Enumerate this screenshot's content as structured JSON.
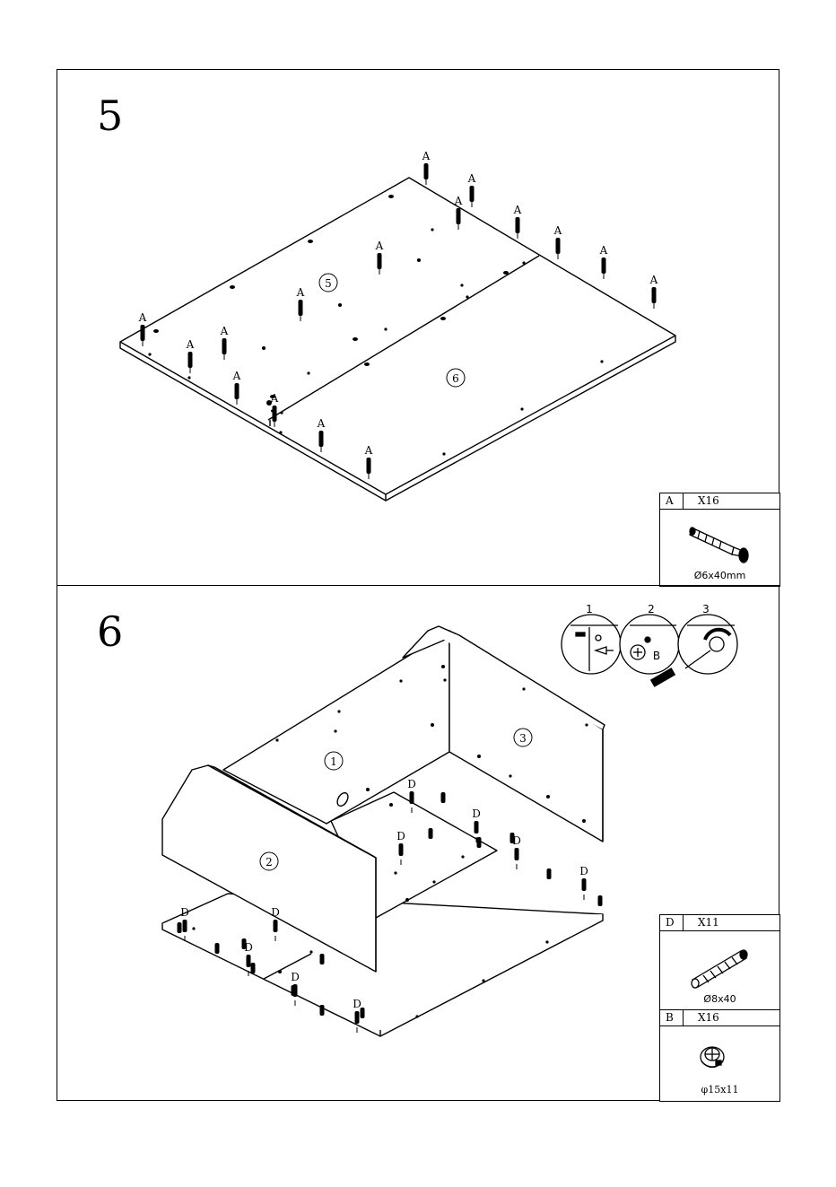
{
  "step5": {
    "number": "5",
    "panel_labels": [
      "5",
      "6"
    ],
    "cam_label": "A",
    "parts_box": {
      "letter": "A",
      "quantity": "X16",
      "size": "Ø6x40mm",
      "icon": "cam-bolt-icon"
    }
  },
  "step6": {
    "number": "6",
    "panel_labels": [
      "1",
      "2",
      "3"
    ],
    "dowel_label": "D",
    "procedure": {
      "steps": [
        "1",
        "2",
        "3"
      ],
      "cam_lock_label": "B"
    },
    "parts_box_d": {
      "letter": "D",
      "quantity": "X11",
      "size": "Ø8x40",
      "icon": "wood-dowel-icon"
    },
    "parts_box_b": {
      "letter": "B",
      "quantity": "X16",
      "size": "φ15x11",
      "icon": "cam-lock-icon"
    }
  }
}
